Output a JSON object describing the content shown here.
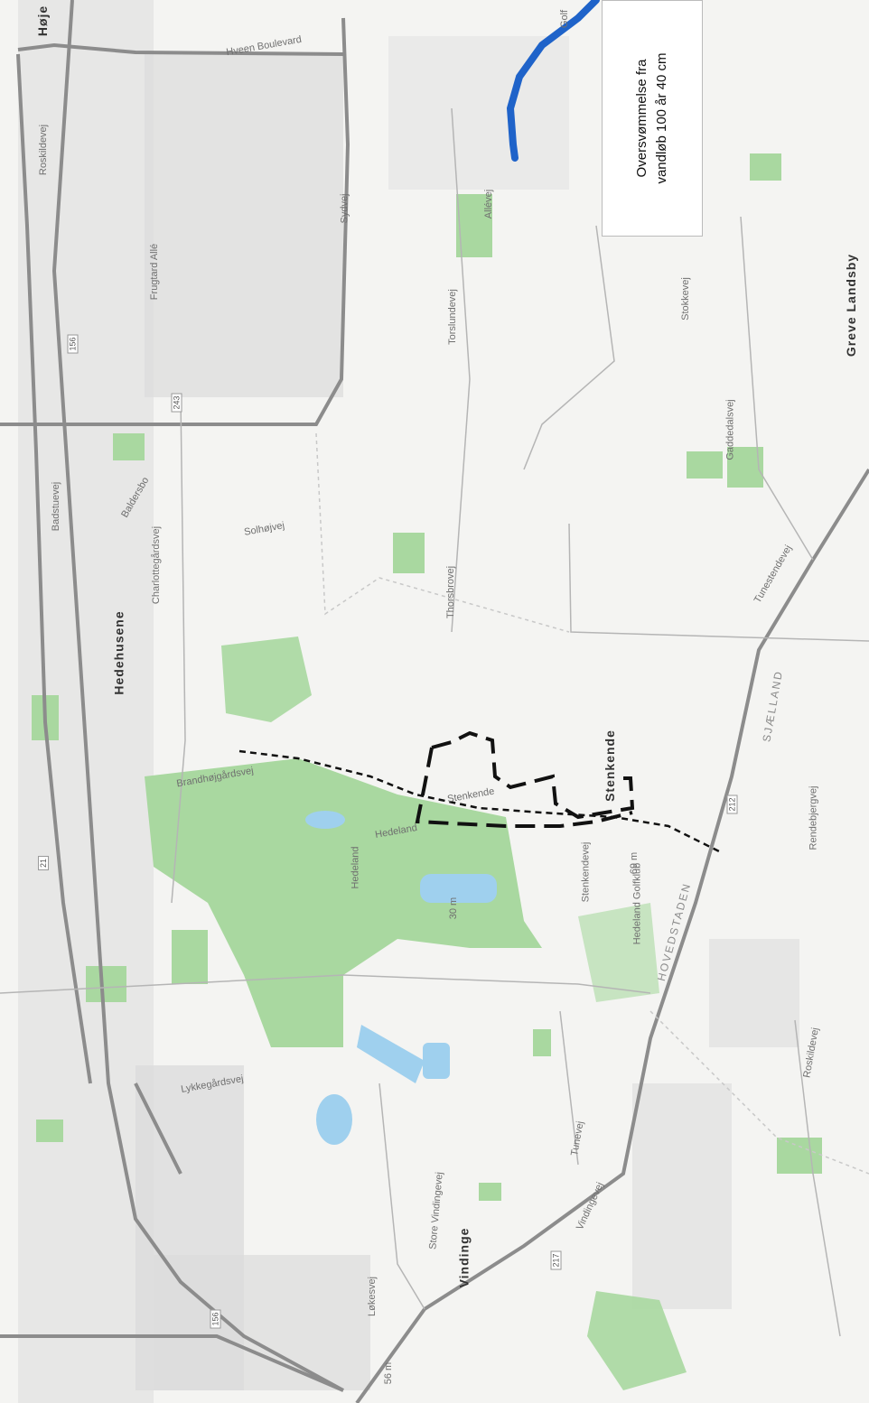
{
  "legend": {
    "line1": "Oversvømmelse fra",
    "line2": "vandløb 100 år 40 cm"
  },
  "places": {
    "hedehusene": "Hedehusene",
    "vindinge": "Vindinge",
    "greve_landsby": "Greve Landsby",
    "stenkende": "Stenkende",
    "hojer": "Høje",
    "hedeland": "Hedeland",
    "hedeland_golfklub": "Hedeland Golfklub",
    "hovedstaden": "HOVEDSTADEN",
    "sjaelland": "SJÆLLAND",
    "golf": "Golf"
  },
  "roads": {
    "hveen_boulevard": "Hveen Boulevard",
    "roskildevej": "Roskildevej",
    "sydvej": "Sydvej",
    "frugtard_alle": "Frugtard Allé",
    "tunestendevej": "Tunestendevej",
    "vindingevej": "Vindingevej",
    "brandhojgardsvej": "Brandhøjgårdsvej",
    "stenkendevej": "Stenkendevej",
    "thorsbrovej": "Thorsbrovej",
    "gaddedalsvej": "Gaddedalsvej",
    "lykkegardsvej": "Lykkegårdsvej",
    "tunevej": "Tunevej",
    "rendebjergvej": "Rendebjergvej",
    "roskildevej_south": "Roskildevej",
    "badstuevej": "Badstuevej",
    "baldersbo": "Baldersbo",
    "charlottegardsvej": "Charlottegårdsvej",
    "solhojvej": "Solhøjvej",
    "hedeland_vej": "Hedeland",
    "stenkende_road": "Stenkende",
    "allevej": "Allévej",
    "torslundevej": "Torslundevej",
    "stokkevej": "Stokkevej",
    "store_vindinge": "Store Vindingevej",
    "lokes_vej": "Løkesvej"
  },
  "shields": {
    "r156_a": "156",
    "r156_b": "156",
    "r21": "21",
    "r212": "212",
    "r217": "217",
    "r243": "243"
  },
  "elevations": {
    "e1": "30 m",
    "e2": "69 m",
    "e3": "56 m"
  },
  "colors": {
    "background": "#f4f4f2",
    "green": "#a9d8a0",
    "water": "#9fd0ee",
    "flood": "#1f63c9",
    "urban": "#d8d8d8",
    "road": "#8c8c8c"
  }
}
